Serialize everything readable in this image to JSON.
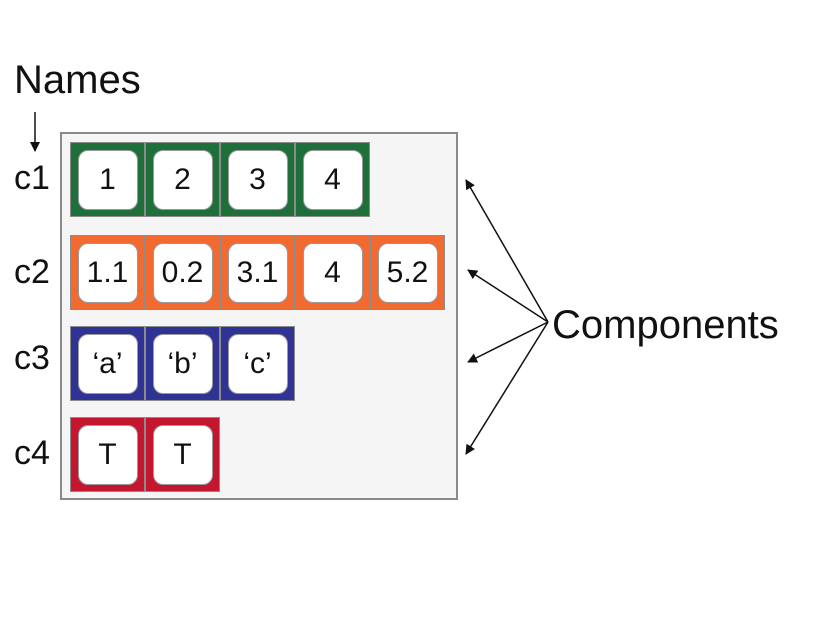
{
  "labels": {
    "names": "Names",
    "components": "Components"
  },
  "colors": {
    "c1": "#1e6f3a",
    "c2": "#f26a2f",
    "c3": "#2f3393",
    "c4": "#c4162f",
    "panel": "#f4f5f4"
  },
  "rows": [
    {
      "name": "c1",
      "values": [
        "1",
        "2",
        "3",
        "4"
      ]
    },
    {
      "name": "c2",
      "values": [
        "1.1",
        "0.2",
        "3.1",
        "4",
        "5.2"
      ]
    },
    {
      "name": "c3",
      "values": [
        "‘a’",
        "‘b’",
        "‘c’"
      ]
    },
    {
      "name": "c4",
      "values": [
        "T",
        "T"
      ]
    }
  ]
}
